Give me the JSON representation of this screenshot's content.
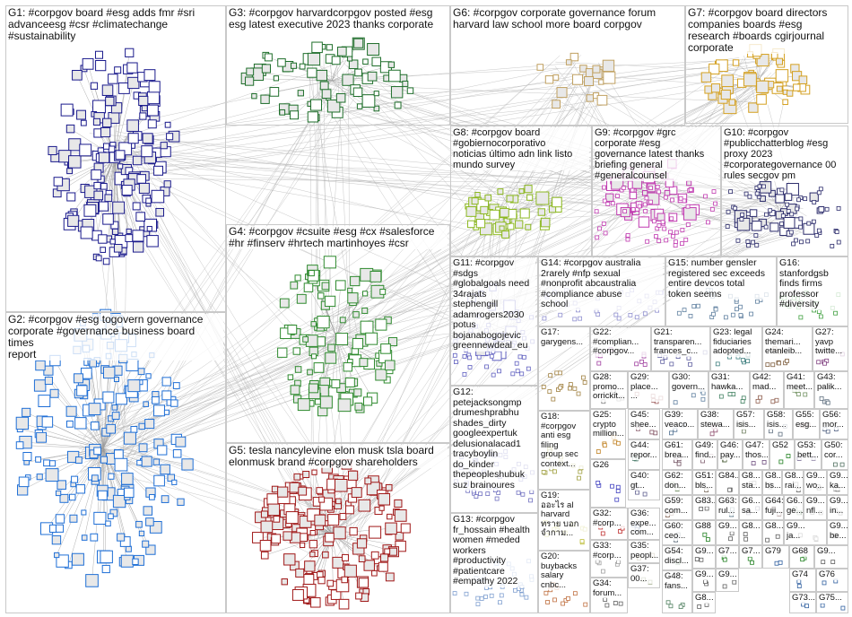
{
  "groups": [
    {
      "id": "G1",
      "label": "G1: #corpgov board #esg adds fmr #sri\nadvanceesg #csr #climatechange\n#sustainability",
      "color": "#1a1a8c"
    },
    {
      "id": "G2",
      "label": "G2: #corpgov #esg togovern governance\ncorporate #governance business board times\nreport",
      "color": "#1f6fd6"
    },
    {
      "id": "G3",
      "label": "G3: #corpgov harvardcorpgov posted #esg\nesg latest executive 2023 thanks corporate",
      "color": "#1e6e2a"
    },
    {
      "id": "G4",
      "label": "G4: #corpgov #csuite #esg #cx #salesforce\n#hr #finserv #hrtech martinhoyes #csr",
      "color": "#2e8a2e"
    },
    {
      "id": "G5",
      "label": "G5: tesla nancylevine elon musk tsla board\nelonmusk brand #corpgov shareholders",
      "color": "#a01818"
    },
    {
      "id": "G6",
      "label": "G6: #corpgov corporate governance forum\nharvard law school more board corpgov",
      "color": "#c0a060"
    },
    {
      "id": "G7",
      "label": "G7: #corpgov board directors\ncompanies boards #esg\nresearch #boards cgirjournal\ncorporate",
      "color": "#d4a020"
    },
    {
      "id": "G8",
      "label": "G8: #corpgov board\n#gobiernocorporativo\nnoticias último adn link listo\nmundo survey",
      "color": "#8cb820"
    },
    {
      "id": "G9",
      "label": "G9: #corpgov #grc\ncorporate #esg\ngovernance latest thanks\nbriefing general\n#generalcounsel",
      "color": "#c03ab0"
    },
    {
      "id": "G10",
      "label": "G10: #corpgov\n#publicchatterblog #esg\nproxy 2023\n#corporategovernance 00\nrules secgov pm",
      "color": "#2a2a6a"
    },
    {
      "id": "G11",
      "label": "G11: #corpgov\n#sdgs\n#globalgoals need\n34rajats\nstephengill\nadamrogers2030\npotus\nbojanabogojevic\ngreennewdeal_eu",
      "color": "#6060c0"
    },
    {
      "id": "G12",
      "label": "G12:\npetejacksongmp\ndrumeshprabhu\nshades_dirty\ngoogleexpertuk\ndelusionalacad1\ntracyboylin\ndo_kinder\nthepeopleshubuk\nsuz brainoures",
      "color": "#7070c0"
    },
    {
      "id": "G13",
      "label": "G13: #corpgov\nfr_hossain #health\nwomen #meded\nworkers\n#productivity\n#patientcare\n#empathy 2022",
      "color": "#80a0d0"
    },
    {
      "id": "G14",
      "label": "G14: #corpgov australia\n2rarely #nfp sexual\n#nonprofit abcaustralia\n#compliance abuse\nschool",
      "color": "#9090d0"
    },
    {
      "id": "G15",
      "label": "G15: number gensler\nregistered sec exceeds\nentire devcos total\ntoken seems",
      "color": "#6080a0"
    },
    {
      "id": "G16",
      "label": "G16:\nstanfordgsb\nfinds firms\nprofessor\n#diversity",
      "color": "#40a040"
    },
    {
      "id": "G17",
      "label": "G17:\ngarygens...",
      "color": "#a08040"
    },
    {
      "id": "G18",
      "label": "G18:\n#corpgov\nanti esg\nfiling\ngroup sec\ncontext...",
      "color": "#a0a040"
    },
    {
      "id": "G19",
      "label": "G19:\nออะไร al\nharvard\nทราย บอก\nจำกาม...",
      "color": "#c0c040"
    },
    {
      "id": "G20",
      "label": "G20:\nbuybacks\nsalary\ncnbc...",
      "color": "#c07040"
    },
    {
      "id": "G21",
      "label": "G21:\ntransparen...\nfrances_c...",
      "color": "#6060a0"
    },
    {
      "id": "G22",
      "label": "G22:\n#complian...\n#corpgov...",
      "color": "#a040a0"
    },
    {
      "id": "G23",
      "label": "G23: legal\nfiduciaries\nadopted...",
      "color": "#408080"
    },
    {
      "id": "G24",
      "label": "G24:\nthemari...\netanleib...",
      "color": "#806040"
    },
    {
      "id": "G25",
      "label": "G25:\ncrypto\nmillion...",
      "color": "#c08020"
    },
    {
      "id": "G26",
      "label": "G26",
      "color": "#4040c0"
    },
    {
      "id": "G27",
      "label": "G27:\nyavp\ntwitte...",
      "color": "#804080"
    },
    {
      "id": "G28",
      "label": "G28:\npromo...\norrickit...",
      "color": "#808080"
    },
    {
      "id": "G29",
      "label": "G29:\nplace...\n...",
      "color": "#a06060"
    },
    {
      "id": "G30",
      "label": "G30:\ngovern...",
      "color": "#6080a0"
    },
    {
      "id": "G31",
      "label": "G31:\nhawka...",
      "color": "#408060"
    },
    {
      "id": "G32",
      "label": "G32:\n#corp...",
      "color": "#c03030"
    },
    {
      "id": "G33",
      "label": "G33:\n#corp...",
      "color": "#a0a0a0"
    },
    {
      "id": "G34",
      "label": "G34:\nforum...",
      "color": "#606060"
    },
    {
      "id": "G35",
      "label": "G35:\npeopl...",
      "color": "#807040"
    },
    {
      "id": "G36",
      "label": "G36:\nexpe...\ncom...",
      "color": "#5070a0"
    },
    {
      "id": "G37",
      "label": "G37:\n00...",
      "color": "#708050"
    },
    {
      "id": "G38",
      "label": "G38:\nstewa...",
      "color": "#905070"
    },
    {
      "id": "G39",
      "label": "G39:\nveaco...",
      "color": "#507090"
    },
    {
      "id": "G40",
      "label": "G40:\ngt...",
      "color": "#606090"
    },
    {
      "id": "G41",
      "label": "G41:\nmeet...",
      "color": "#709060"
    },
    {
      "id": "G42",
      "label": "G42:\nmad...",
      "color": "#906050"
    },
    {
      "id": "G43",
      "label": "G43:\npalik...",
      "color": "#607080"
    },
    {
      "id": "G44",
      "label": "G44:\nrepor...",
      "color": "#508070"
    },
    {
      "id": "G45",
      "label": "G45:\nshee...",
      "color": "#805060"
    },
    {
      "id": "G46",
      "label": "G46:\npay...",
      "color": "#607050"
    },
    {
      "id": "G47",
      "label": "G47:\nthos...",
      "color": "#705080"
    },
    {
      "id": "G48",
      "label": "G48:\nfans...",
      "color": "#508060"
    },
    {
      "id": "G49",
      "label": "G49:\nfind...",
      "color": "#806070"
    },
    {
      "id": "G50",
      "label": "G50:\ncor...",
      "color": "#507060"
    },
    {
      "id": "G51",
      "label": "G51:\nbls...",
      "color": "#706050"
    },
    {
      "id": "G52",
      "label": "G52",
      "color": "#208020"
    },
    {
      "id": "G53",
      "label": "G53:\nbett...",
      "color": "#605080"
    },
    {
      "id": "G54",
      "label": "G54:\ndiscl...",
      "color": "#508050"
    },
    {
      "id": "G55",
      "label": "G55:\nesg...",
      "color": "#805050"
    },
    {
      "id": "G56",
      "label": "G56:\nmor...",
      "color": "#506080"
    },
    {
      "id": "G57",
      "label": "G57:\nisis...",
      "color": "#708060"
    },
    {
      "id": "G58",
      "label": "G58:\nisis...",
      "color": "#607080"
    },
    {
      "id": "G59",
      "label": "G59:\ncom...",
      "color": "#806050"
    },
    {
      "id": "G60",
      "label": "G60:\nceo...",
      "color": "#506070"
    },
    {
      "id": "G61",
      "label": "G61:\nbrea...",
      "color": "#705060"
    },
    {
      "id": "G62",
      "label": "G62:\ndon...",
      "color": "#608050"
    },
    {
      "id": "G63",
      "label": "G63:\nrul...",
      "color": "#507080"
    },
    {
      "id": "G64",
      "label": "G64:\nfuji...",
      "color": "#806060"
    },
    {
      "id": "G66",
      "label": "G6...\nge...",
      "color": "#608060"
    },
    {
      "id": "G67",
      "label": "G6...\nsa...",
      "color": "#606080"
    },
    {
      "id": "G68",
      "label": "G68",
      "color": "#208020"
    },
    {
      "id": "G71",
      "label": "G7...",
      "color": "#208020"
    },
    {
      "id": "G73",
      "label": "G73...",
      "color": "#3060a0"
    },
    {
      "id": "G74",
      "label": "G74",
      "color": "#3060a0"
    },
    {
      "id": "G75",
      "label": "G75...",
      "color": "#3060a0"
    },
    {
      "id": "G76",
      "label": "G76",
      "color": "#3060a0"
    },
    {
      "id": "G77",
      "label": "G7...",
      "color": "#208020"
    },
    {
      "id": "G79",
      "label": "G79",
      "color": "#3060a0"
    },
    {
      "id": "G80",
      "label": "G8...\nsta...",
      "color": "#606060"
    },
    {
      "id": "G81",
      "label": "G8...",
      "color": "#606060"
    },
    {
      "id": "G82",
      "label": "G8...\nrai...",
      "color": "#606060"
    },
    {
      "id": "G83",
      "label": "G83...",
      "color": "#606060"
    },
    {
      "id": "G84",
      "label": "G84...",
      "color": "#606060"
    },
    {
      "id": "G85",
      "label": "G8...\nbs...",
      "color": "#606060"
    },
    {
      "id": "G86",
      "label": "G8...",
      "color": "#606060"
    },
    {
      "id": "G87",
      "label": "G8...",
      "color": "#606060"
    },
    {
      "id": "G88",
      "label": "G88",
      "color": "#208020"
    },
    {
      "id": "G89",
      "label": "G9...",
      "color": "#606060"
    },
    {
      "id": "G90",
      "label": "G9...\nka...",
      "color": "#606060"
    },
    {
      "id": "G91",
      "label": "G9...\nnfl...",
      "color": "#606060"
    },
    {
      "id": "G92",
      "label": "G9...\nin...",
      "color": "#606060"
    },
    {
      "id": "G93",
      "label": "G9...\nwo...",
      "color": "#606060"
    },
    {
      "id": "G94",
      "label": "G9...\nbe...",
      "color": "#606060"
    },
    {
      "id": "G95",
      "label": "G9...\nja...",
      "color": "#606060"
    },
    {
      "id": "G96",
      "label": "G9...",
      "color": "#606060"
    },
    {
      "id": "G97",
      "label": "G9...",
      "color": "#606060"
    },
    {
      "id": "G98",
      "label": "G9...",
      "color": "#606060"
    },
    {
      "id": "G99",
      "label": "G9...",
      "color": "#606060"
    }
  ]
}
